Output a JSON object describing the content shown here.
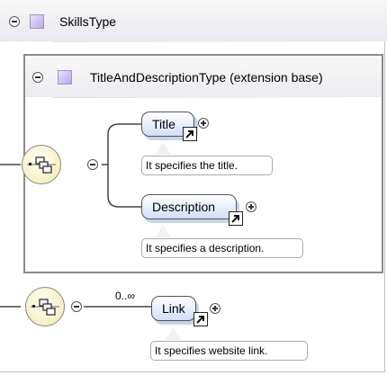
{
  "root_type": {
    "label": "SkillsType"
  },
  "extension": {
    "label": "TitleAndDescriptionType (extension base)"
  },
  "elements": [
    {
      "name": "Title",
      "doc": "It specifies the title."
    },
    {
      "name": "Description",
      "doc": "It specifies a description."
    },
    {
      "name": "Link",
      "doc": "It specifies website link.",
      "cardinality": "0..∞"
    }
  ],
  "colors": {
    "element_fill": "#d2def7",
    "sequence_fill": "#f6f0c4",
    "type_icon": "#b9a8e6",
    "frame_border": "#8a8a8a"
  },
  "icons": {
    "collapse": "minus-circle",
    "expand": "plus-circle",
    "reference": "arrow-northeast-box",
    "sequence": "sequence-compositor",
    "type": "complex-type-square"
  }
}
